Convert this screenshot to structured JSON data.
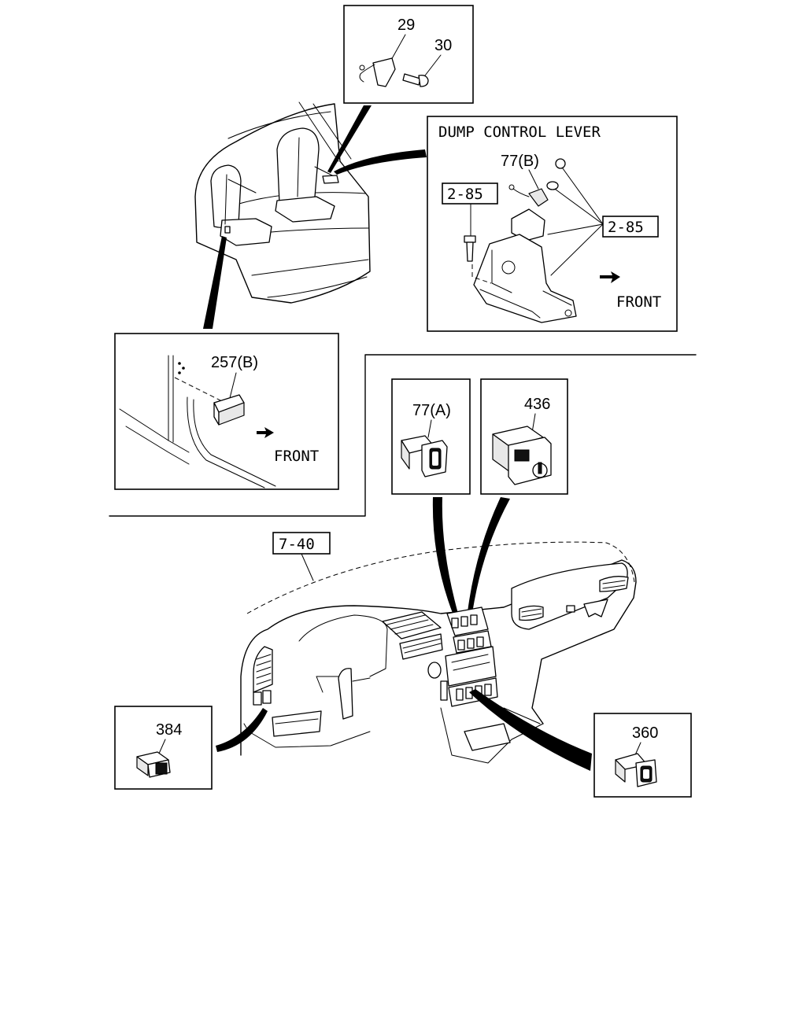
{
  "callouts": {
    "c29": "29",
    "c30": "30",
    "c77b": "77(B)",
    "c285a": "2-85",
    "c285b": "2-85",
    "c257b": "257(B)",
    "c77a": "77(A)",
    "c436": "436",
    "c740": "7-40",
    "c384": "384",
    "c360": "360"
  },
  "panels": {
    "dump_title": "DUMP CONTROL LEVER",
    "front_dump": "FRONT",
    "front_door": "FRONT"
  }
}
